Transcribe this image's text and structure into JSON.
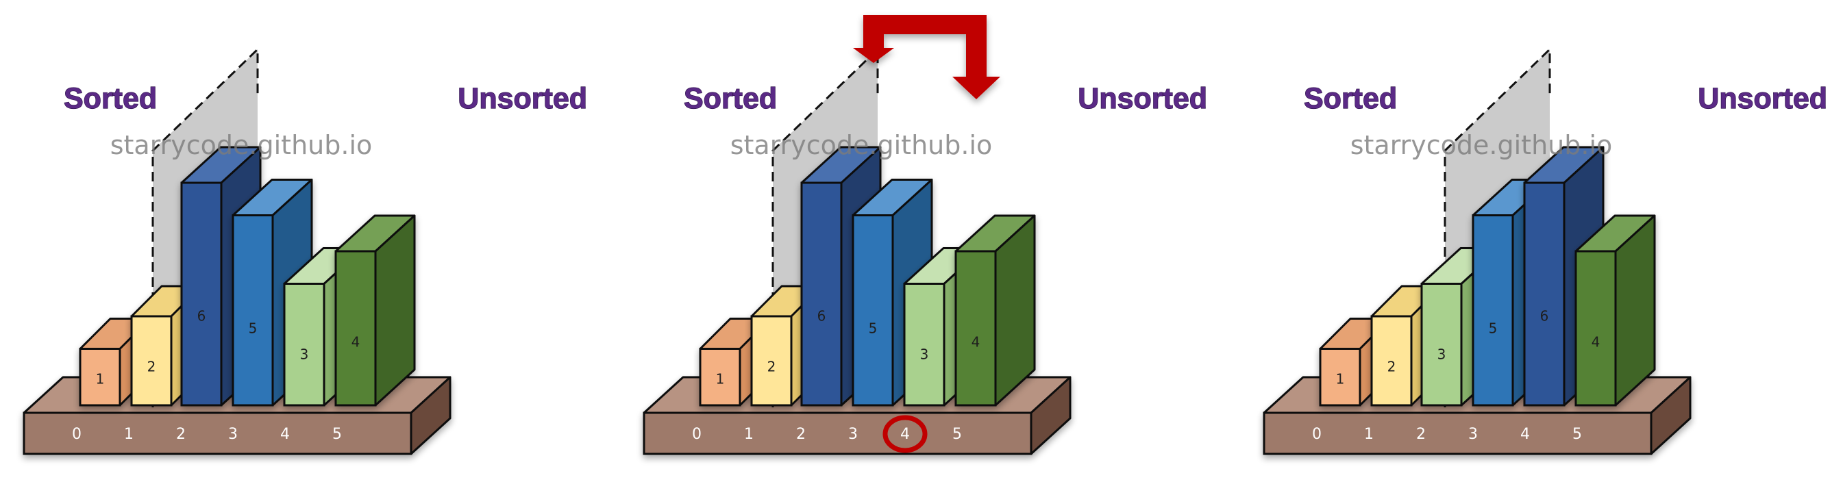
{
  "panels": [
    {
      "sorted_label": "Sorted",
      "unsorted_label": "Unsorted",
      "watermark": "starrycode.github.io",
      "indices": [
        "0",
        "1",
        "2",
        "3",
        "4",
        "5"
      ],
      "bars": [
        {
          "value": 1,
          "label": "1",
          "color": "orange"
        },
        {
          "value": 2,
          "label": "2",
          "color": "yellow"
        },
        {
          "value": 6,
          "label": "6",
          "color": "navy"
        },
        {
          "value": 5,
          "label": "5",
          "color": "blue"
        },
        {
          "value": 3,
          "label": "3",
          "color": "lightgreen"
        },
        {
          "value": 4,
          "label": "4",
          "color": "green"
        }
      ],
      "sorted_count": 2,
      "move_arrow": false,
      "highlight_index": null
    },
    {
      "sorted_label": "Sorted",
      "unsorted_label": "Unsorted",
      "watermark": "starrycode.github.io",
      "indices": [
        "0",
        "1",
        "2",
        "3",
        "4",
        "5"
      ],
      "bars": [
        {
          "value": 1,
          "label": "1",
          "color": "orange"
        },
        {
          "value": 2,
          "label": "2",
          "color": "yellow"
        },
        {
          "value": 6,
          "label": "6",
          "color": "navy"
        },
        {
          "value": 5,
          "label": "5",
          "color": "blue"
        },
        {
          "value": 3,
          "label": "3",
          "color": "lightgreen"
        },
        {
          "value": 4,
          "label": "4",
          "color": "green"
        }
      ],
      "sorted_count": 2,
      "move_arrow": true,
      "highlight_index": 4
    },
    {
      "sorted_label": "Sorted",
      "unsorted_label": "Unsorted",
      "watermark": "starrycode.github.io",
      "indices": [
        "0",
        "1",
        "2",
        "3",
        "4",
        "5"
      ],
      "bars": [
        {
          "value": 1,
          "label": "1",
          "color": "orange"
        },
        {
          "value": 2,
          "label": "2",
          "color": "yellow"
        },
        {
          "value": 3,
          "label": "3",
          "color": "lightgreen"
        },
        {
          "value": 5,
          "label": "5",
          "color": "blue"
        },
        {
          "value": 6,
          "label": "6",
          "color": "navy"
        },
        {
          "value": 4,
          "label": "4",
          "color": "green"
        }
      ],
      "sorted_count": 3,
      "move_arrow": false,
      "highlight_index": null
    }
  ],
  "colors": {
    "orange": [
      "#f4b183",
      "#d8905e",
      "#e6a273"
    ],
    "yellow": [
      "#ffe699",
      "#e3c56a",
      "#f1d47f"
    ],
    "navy": [
      "#2f5597",
      "#203c6c",
      "#4a6faf"
    ],
    "blue": [
      "#2e75b6",
      "#225a8c",
      "#5a97cf"
    ],
    "lightgreen": [
      "#a9d18e",
      "#86b06b",
      "#c6e2b2"
    ],
    "green": [
      "#548235",
      "#3f6527",
      "#75a055"
    ],
    "platform": [
      "#9e7a6a",
      "#6b4a3b",
      "#b79382"
    ],
    "arrow": "#c00000",
    "highlight": "#c00000",
    "header": "#5b2a86",
    "partition": "#c8c8c8"
  }
}
